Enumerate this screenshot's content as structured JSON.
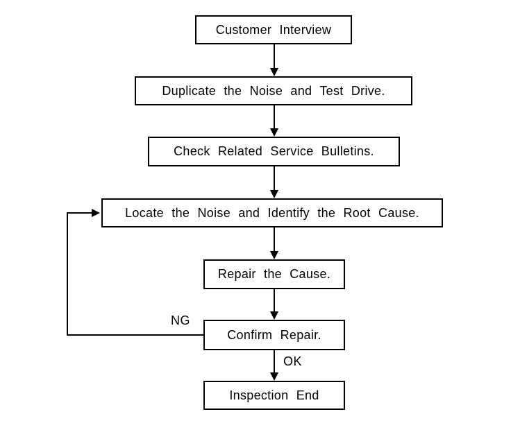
{
  "diagram": {
    "nodes": [
      {
        "id": "customer-interview",
        "label": "Customer Interview"
      },
      {
        "id": "duplicate-noise-test-drive",
        "label": "Duplicate the Noise and Test Drive."
      },
      {
        "id": "check-service-bulletins",
        "label": "Check Related Service Bulletins."
      },
      {
        "id": "locate-noise-root-cause",
        "label": "Locate the Noise and Identify the Root Cause."
      },
      {
        "id": "repair-cause",
        "label": "Repair the Cause."
      },
      {
        "id": "confirm-repair",
        "label": "Confirm Repair."
      },
      {
        "id": "inspection-end",
        "label": "Inspection End"
      }
    ],
    "edge_labels": {
      "ng": "NG",
      "ok": "OK"
    },
    "colors": {
      "line": "#000000",
      "box_border": "#000000",
      "background": "#ffffff",
      "text": "#000000"
    }
  }
}
